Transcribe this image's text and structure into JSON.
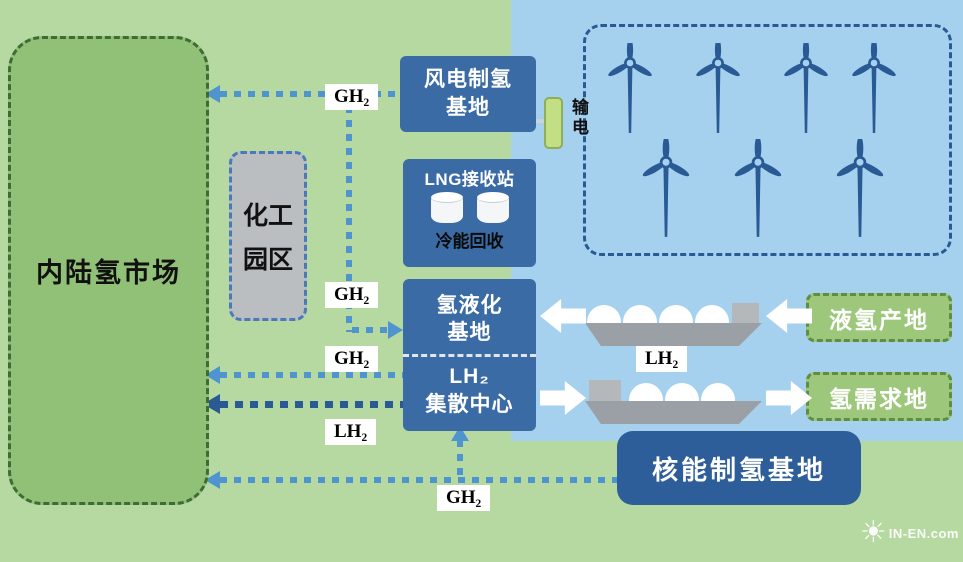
{
  "diagram": {
    "market": {
      "label": "内陆氢市场"
    },
    "chem_park": {
      "line1": "化工",
      "line2": "园区"
    },
    "wind_base": {
      "line1": "风电制氢",
      "line2": "基地"
    },
    "transmission": {
      "label": "输电"
    },
    "lng_station": {
      "title": "LNG接收站",
      "subtitle": "冷能回收"
    },
    "liquefaction": {
      "line1": "氢液化",
      "line2": "基地"
    },
    "lh2_hub": {
      "line1": "LH₂",
      "line2": "集散中心"
    },
    "lh2_source": {
      "label": "液氢产地"
    },
    "h2_demand": {
      "label": "氢需求地"
    },
    "nuclear_base": {
      "label": "核能制氢基地"
    },
    "flow_labels": {
      "gh2_top": "GH₂",
      "gh2_mid": "GH₂",
      "gh2_low": "GH₂",
      "lh2_left": "LH₂",
      "lh2_mid": "LH₂",
      "gh2_bottom": "GH₂"
    },
    "watermark": {
      "text": "IN-EN.com"
    },
    "colors": {
      "background_green": "#b6d9a1",
      "background_blue": "#a5d1ee",
      "market_green": "#91c077",
      "facility_blue": "#3a6ba4",
      "nuclear_blue": "#2d5e99",
      "flow_light_blue": "#4f94cf",
      "flow_dark_blue": "#2a5a94",
      "site_green": "#9dc87c"
    }
  }
}
